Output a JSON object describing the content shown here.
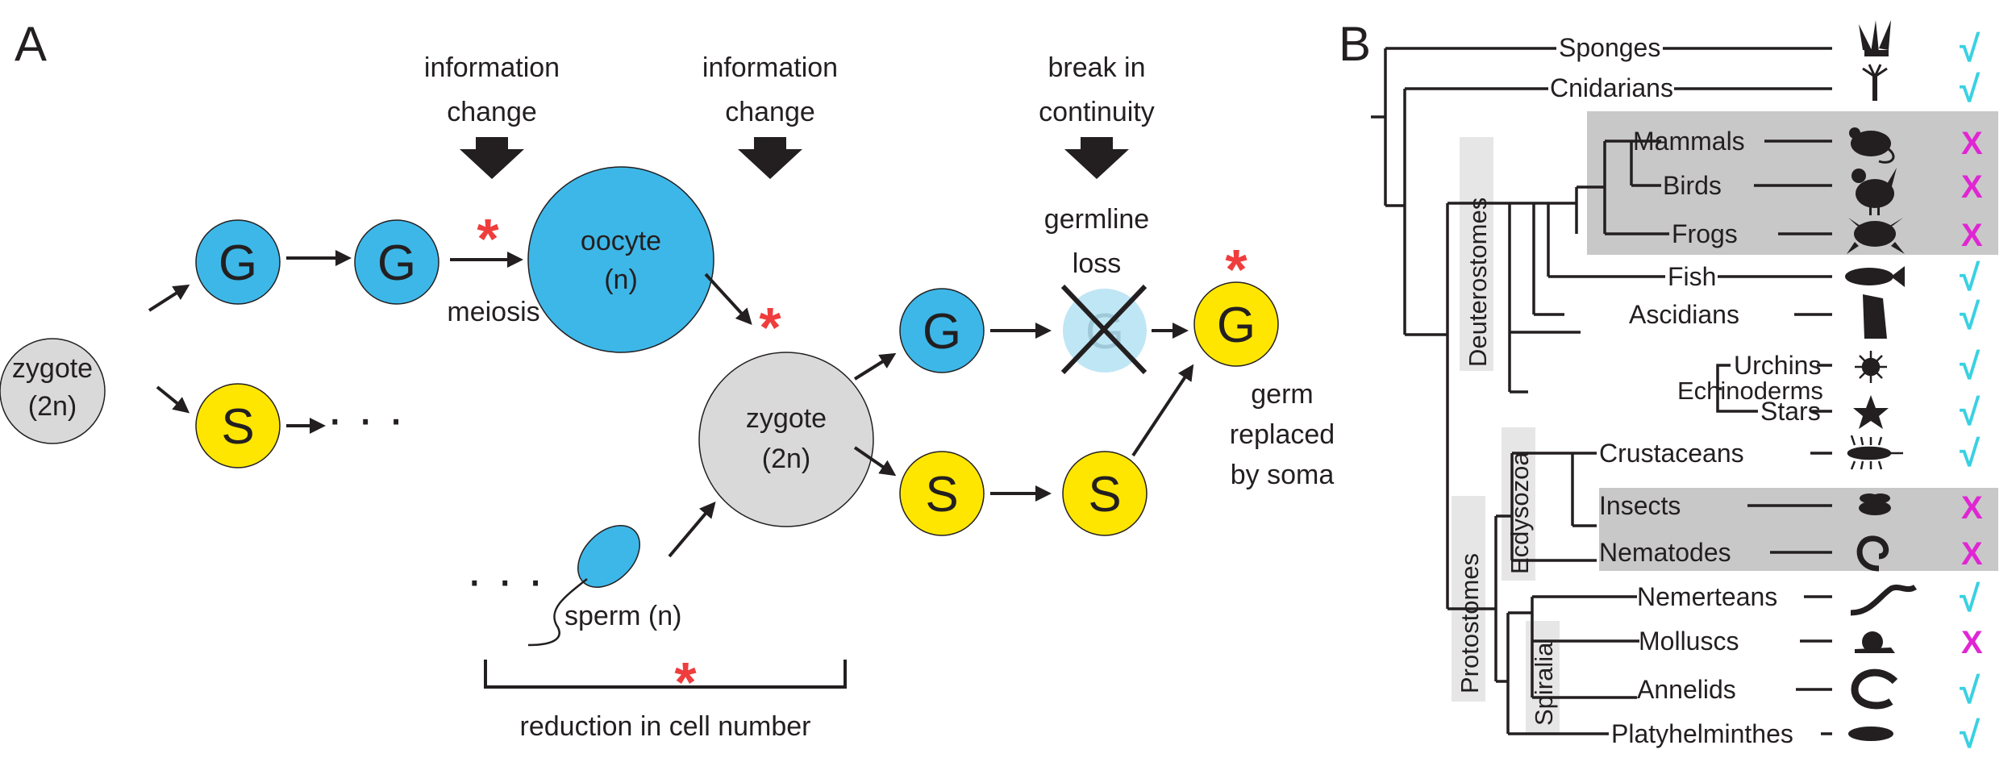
{
  "panel_a": {
    "label": "A",
    "zygote_left": {
      "line1": "zygote",
      "line2": "(2n)"
    },
    "g_label": "G",
    "s_label": "S",
    "ellipsis": "· · ·",
    "ellipsis_left": "· · ·",
    "oocyte": {
      "line1": "oocyte",
      "line2": "(n)"
    },
    "meiosis": "meiosis",
    "zygote_mid": {
      "line1": "zygote",
      "line2": "(2n)"
    },
    "sperm": "sperm (n)",
    "info_change_1": {
      "line1": "information",
      "line2": "change"
    },
    "info_change_2": {
      "line1": "information",
      "line2": "change"
    },
    "break": {
      "line1": "break in",
      "line2": "continuity"
    },
    "germline_loss": {
      "line1": "germline",
      "line2": "loss"
    },
    "germ_replaced": {
      "line1": "germ",
      "line2": "replaced",
      "line3": "by soma"
    },
    "reduction": "reduction in cell number",
    "star": "*"
  },
  "panel_b": {
    "label": "B",
    "groups": {
      "deuterostomes": "Deuterostomes",
      "protostomes": "Protostomes",
      "ecdysozoa": "Ecdysozoa",
      "spiralia": "Spiralia"
    },
    "taxa": [
      {
        "name": "Sponges",
        "mark": "√",
        "icon": "sponge-icon"
      },
      {
        "name": "Cnidarians",
        "mark": "√",
        "icon": "cnidarian-icon"
      },
      {
        "name": "Mammals",
        "mark": "X",
        "icon": "mouse-icon"
      },
      {
        "name": "Birds",
        "mark": "X",
        "icon": "chicken-icon"
      },
      {
        "name": "Frogs",
        "mark": "X",
        "icon": "frog-icon"
      },
      {
        "name": "Fish",
        "mark": "√",
        "icon": "fish-icon"
      },
      {
        "name": "Ascidians",
        "mark": "√",
        "icon": "ascidian-icon"
      },
      {
        "name": "Urchins",
        "mark": "√",
        "icon": "urchin-icon"
      },
      {
        "name": "Stars",
        "mark": "√",
        "icon": "starfish-icon"
      },
      {
        "name": "Crustaceans",
        "mark": "√",
        "icon": "crustacean-icon"
      },
      {
        "name": "Insects",
        "mark": "X",
        "icon": "fly-icon"
      },
      {
        "name": "Nematodes",
        "mark": "X",
        "icon": "worm-icon"
      },
      {
        "name": "Nemerteans",
        "mark": "√",
        "icon": "nemertean-icon"
      },
      {
        "name": "Molluscs",
        "mark": "X",
        "icon": "snail-icon"
      },
      {
        "name": "Annelids",
        "mark": "√",
        "icon": "annelid-icon"
      },
      {
        "name": "Platyhelminthes",
        "mark": "√",
        "icon": "flatworm-icon"
      }
    ],
    "echinoderms": "Echinoderms",
    "colors": {
      "check": "#39d1e2",
      "cross": "#e026d3",
      "highlight": "#c8c8c8"
    }
  },
  "colors": {
    "germ": "#3db7e8",
    "soma": "#ffe600",
    "zygote": "#d9d9d9",
    "star": "#ef3d3d"
  }
}
